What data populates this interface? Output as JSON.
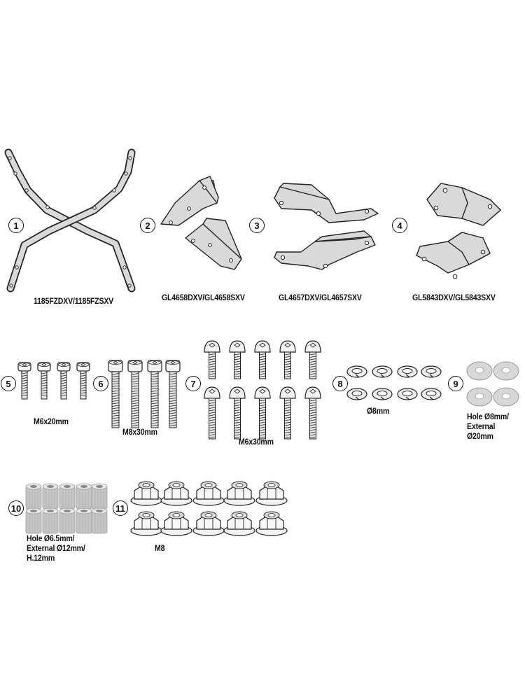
{
  "parts": [
    {
      "number": "1",
      "code": "1185FZDXV/1185FZSXV",
      "icon": "x-frame-bracket"
    },
    {
      "number": "2",
      "code": "GL4658DXV/GL4658SXV",
      "icon": "l-bracket-pair"
    },
    {
      "number": "3",
      "code": "GL4657DXV/GL4657SXV",
      "icon": "long-bracket-pair"
    },
    {
      "number": "4",
      "code": "GL5843DXV/GL5843SXV",
      "icon": "angle-plate-pair"
    },
    {
      "number": "5",
      "label": "M6x20mm",
      "quantity": 4,
      "icon": "socket-screw"
    },
    {
      "number": "6",
      "label": "M8x30mm",
      "quantity": 4,
      "icon": "socket-screw"
    },
    {
      "number": "7",
      "label": "M6x30mm",
      "quantity": 10,
      "icon": "button-head-screw"
    },
    {
      "number": "8",
      "label": "Ø8mm",
      "quantity": 8,
      "icon": "spring-washer"
    },
    {
      "number": "9",
      "label_lines": [
        "Hole Ø8mm/",
        "External Ø20mm"
      ],
      "quantity": 4,
      "icon": "flat-washer"
    },
    {
      "number": "10",
      "label_lines": [
        "Hole Ø6.5mm/",
        "External Ø12mm/",
        "H.12mm"
      ],
      "quantity": 10,
      "icon": "spacer"
    },
    {
      "number": "11",
      "label": "M8",
      "quantity": 10,
      "icon": "flange-nut"
    }
  ],
  "colors": {
    "line": "#222222",
    "metal": "#d9d9d9",
    "metal_dark": "#a8a8a8",
    "spacer": "#c4c4c4"
  }
}
